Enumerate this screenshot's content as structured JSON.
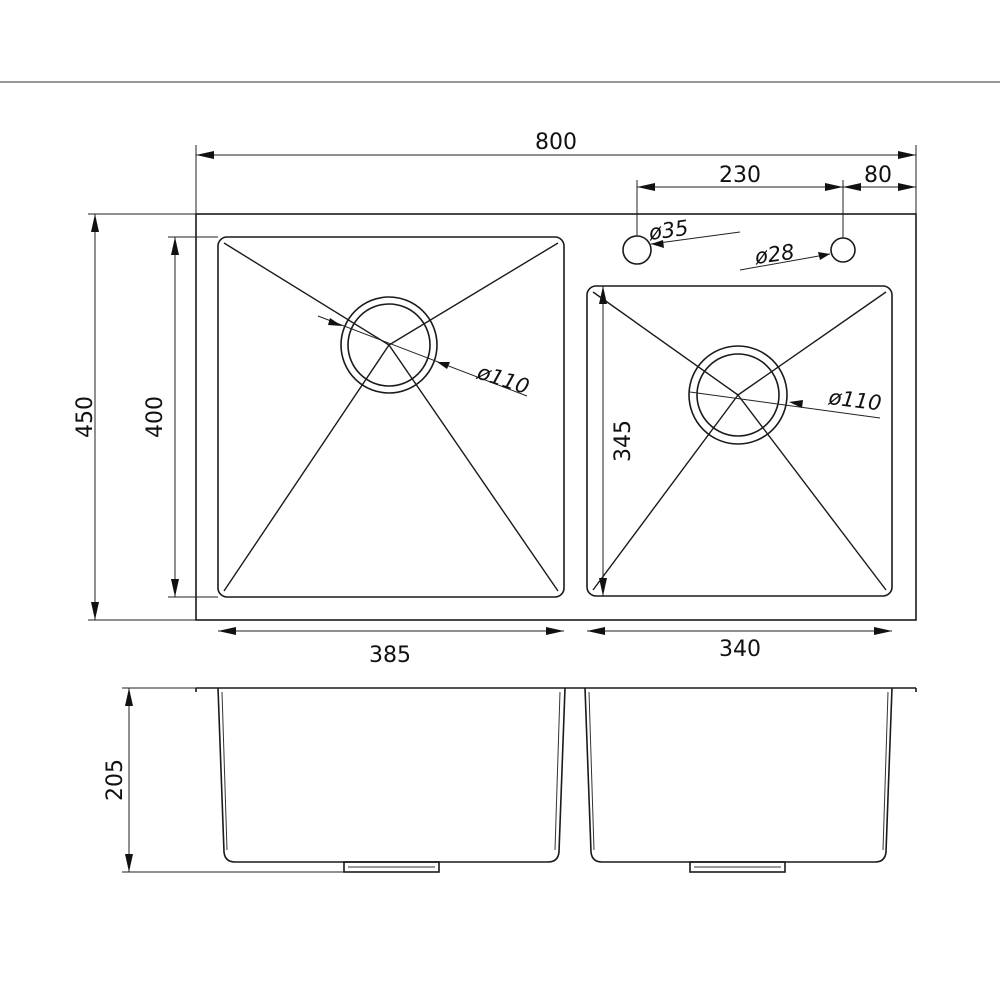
{
  "drawing": {
    "dimensions": {
      "total_width": "800",
      "tap_spacing": "230",
      "tap_edge_offset": "80",
      "total_depth": "450",
      "large_bowl_depth": "400",
      "small_bowl_depth": "345",
      "large_bowl_width": "385",
      "small_bowl_width": "340",
      "bowl_height": "205"
    },
    "holes": {
      "tap_hole_large": "ø35",
      "tap_hole_small": "ø28",
      "drain_left": "ø110",
      "drain_right": "ø110"
    },
    "line_color": "#1a1a1a",
    "background": "#ffffff"
  }
}
